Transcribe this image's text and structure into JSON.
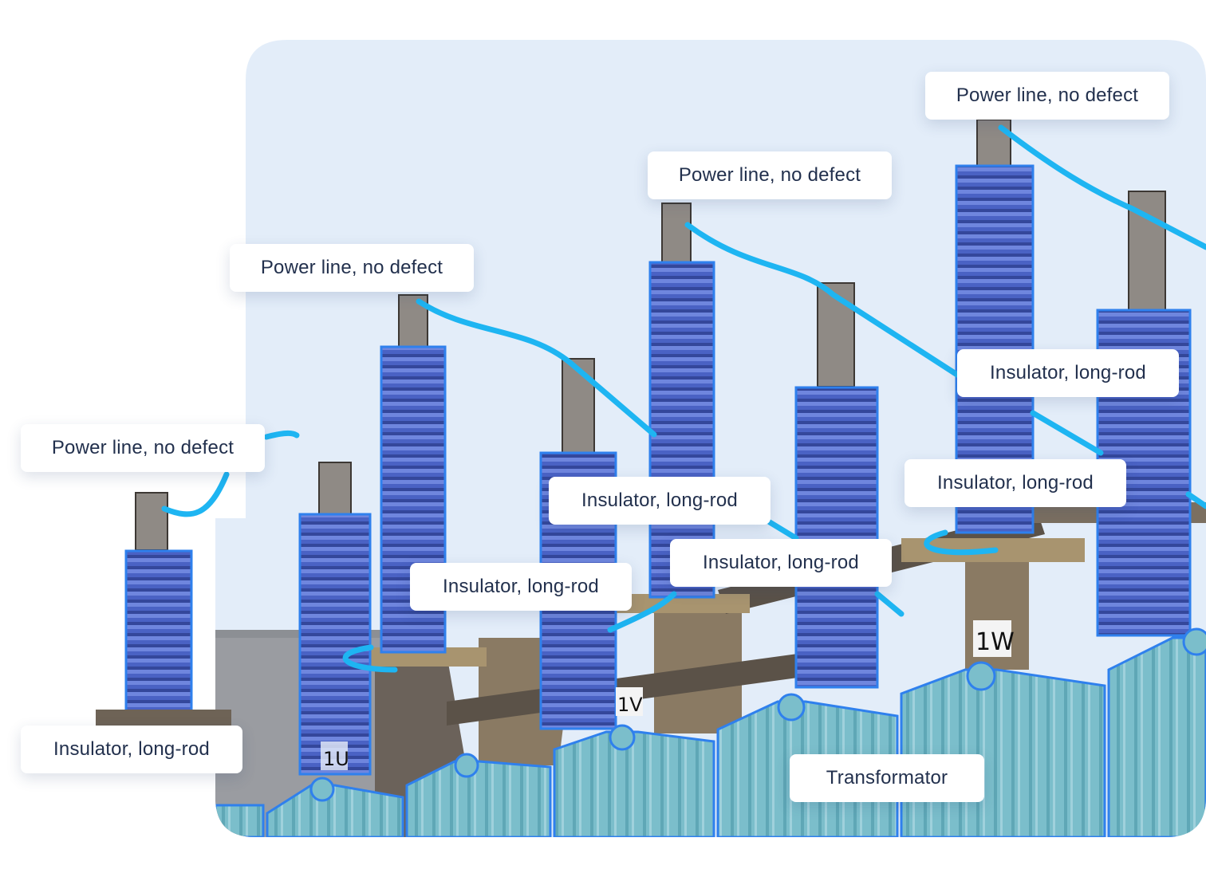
{
  "scene": {
    "background_color": "#e3edf9",
    "insulator_fill": "#4a62c4",
    "annotation_blue": "#2f80ed",
    "power_line_color": "#1eb5f2",
    "transformer_color": "#7bbecb",
    "phase_markings": [
      "1U",
      "1V",
      "1W"
    ]
  },
  "labels": [
    "Power line, no defect",
    "Power line, no defect",
    "Power line, no defect",
    "Power line, no defect",
    "Insulator, long-rod",
    "Insulator, long-rod",
    "Insulator, long-rod",
    "Insulator, long-rod",
    "Insulator, long-rod",
    "Insulator, long-rod",
    "Transformator"
  ]
}
